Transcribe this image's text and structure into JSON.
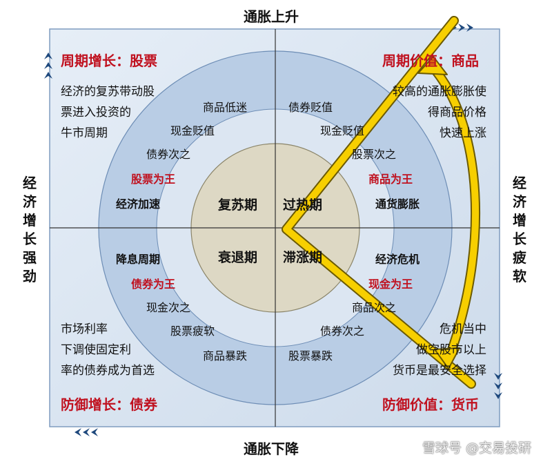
{
  "axes": {
    "top": "通胀上升",
    "bottom": "通胀下降",
    "left": "经济增长强劲",
    "right": "经济增长疲软"
  },
  "quadrants": {
    "top_left": {
      "title": "周期增长：股票",
      "desc": [
        "经济的复苏带动股",
        "票进入投资的",
        "牛市周期"
      ],
      "ring": [
        "商品低迷",
        "现金贬值",
        "债券次之"
      ],
      "highlight": "股票为王",
      "trigger": "经济加速",
      "phase": "复苏期"
    },
    "top_right": {
      "title": "周期价值：商品",
      "desc": [
        "较高的通胀膨胀使",
        "得商品价格",
        "快速上涨"
      ],
      "ring": [
        "债券贬值",
        "现金贬值",
        "股票次之"
      ],
      "highlight": "商品为王",
      "trigger": "通货膨胀",
      "phase": "过热期"
    },
    "bottom_left": {
      "title": "防御增长：债券",
      "desc": [
        "市场利率",
        "下调使固定利",
        "率的债券成为首选"
      ],
      "ring": [
        "现金次之",
        "股票疲软",
        "商品暴跌"
      ],
      "highlight": "债券为王",
      "trigger": "降息周期",
      "phase": "衰退期"
    },
    "bottom_right": {
      "title": "防御价值：货币",
      "desc": [
        "危机当中",
        "做空股市以上",
        "货币是最安全选择"
      ],
      "ring": [
        "商品次之",
        "债券次之",
        "股票暴跌"
      ],
      "highlight": "现金为王",
      "trigger": "经济危机",
      "phase": "滞涨期"
    }
  },
  "watermark": "雪球号 @交易投研",
  "colors": {
    "square": "#dce6f1",
    "ring": "#b8cce4",
    "middle": "#dbe5f1",
    "core": "#ddd9c4",
    "title_red": "#c0111f",
    "arrow_yellow": "#f5c800",
    "chevron_blue": "#1f497d"
  }
}
